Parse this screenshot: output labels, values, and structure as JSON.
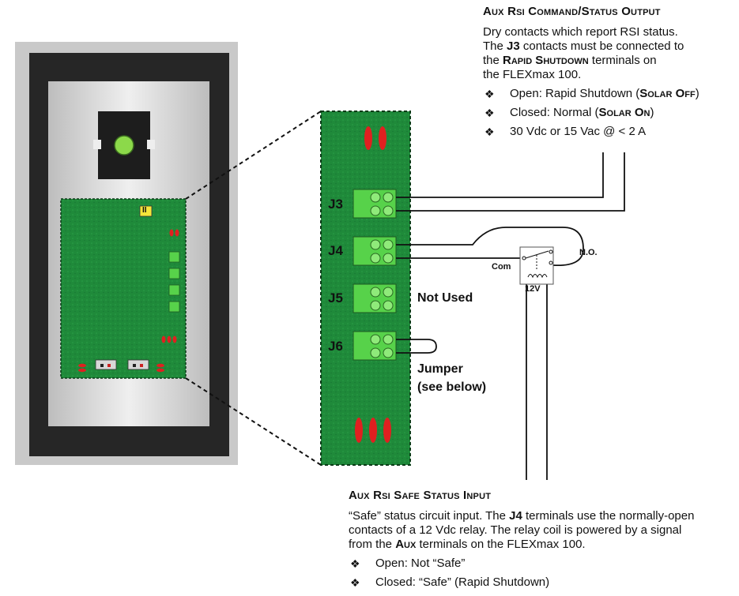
{
  "colors": {
    "board_green": "#1f8a3a",
    "board_dark": "#0f5f25",
    "terminal_green": "#57d24a",
    "led_red": "#e02020",
    "frame_black": "#262626",
    "frame_gray": "#c9c9c9"
  },
  "labels": {
    "j3": "J3",
    "j4": "J4",
    "j5": "J5",
    "j6": "J6",
    "not_used": "Not Used",
    "jumper_line1": "Jumper",
    "jumper_line2": "(see below)",
    "no": "N.O.",
    "com": "Com",
    "relay_voltage": "12V",
    "board_tag": "II"
  },
  "top_callout": {
    "heading": "Aux Rsi Command/Status Output",
    "para_1": "Dry contacts which report RSI status.",
    "para_2_pre": "The ",
    "para_2_bold": "J3",
    "para_2_post": " contacts must be connected to",
    "para_3_pre": "the ",
    "para_3_bold": "Rapid Shutdown",
    "para_3_post": " terminals on",
    "para_4": "the FLEXmax 100.",
    "bullet_glyph": "❖",
    "item_1_pre": "Open:  Rapid Shutdown (",
    "item_1_bold": "Solar Off",
    "item_1_post": ")",
    "item_2_pre": "Closed:  Normal (",
    "item_2_bold": "Solar On",
    "item_2_post": ")",
    "item_3": "30 Vdc or 15 Vac @ < 2 A"
  },
  "bottom_callout": {
    "heading": "Aux Rsi Safe Status Input",
    "para_1_pre": "“Safe” status circuit input.  The ",
    "para_1_bold": "J4",
    "para_1_post": " terminals use the normally-open",
    "para_2": "contacts of a 12 Vdc relay.  The relay coil is powered by a signal",
    "para_3_pre": "from the ",
    "para_3_bold": "Aux",
    "para_3_post": " terminals on the FLEXmax 100.",
    "bullet_glyph": "❖",
    "item_1": "Open:  Not “Safe”",
    "item_2": "Closed:  “Safe”  (Rapid Shutdown)"
  }
}
